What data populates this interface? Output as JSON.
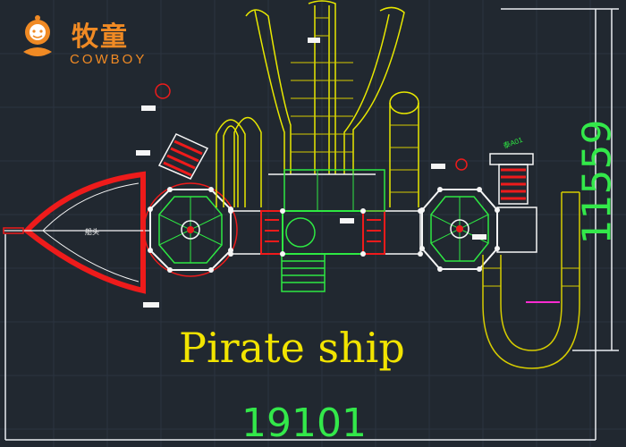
{
  "brand": {
    "name_cn": "牧童",
    "name_en": "COWBOY",
    "color": "#f08a24"
  },
  "drawing": {
    "title": "Pirate ship",
    "width_dimension": "19101",
    "height_dimension": "11559",
    "colors": {
      "background": "#212830",
      "grid": "#2c3440",
      "frame": "#e9ecef",
      "structure": "#e8e800",
      "platform": "#f5f5f5",
      "deck": "#2ee843",
      "bow": "#ee1b1b",
      "slide": "#d6cc00",
      "label": "#ff2bd1",
      "dimension": "#33e84a"
    },
    "icons": [
      "ship-bow",
      "hexagon-tower",
      "tube-slide",
      "climbing-net",
      "ladder",
      "stairs",
      "bridge"
    ]
  }
}
